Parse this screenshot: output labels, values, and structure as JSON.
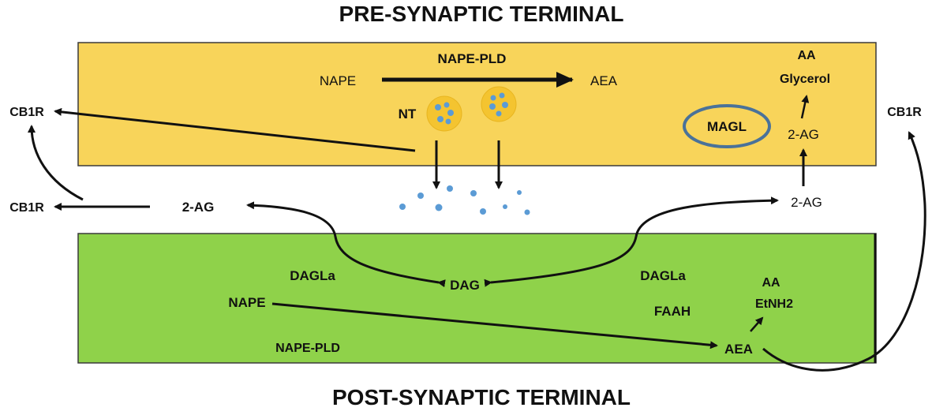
{
  "titles": {
    "pre": "PRE-SYNAPTIC TERMINAL",
    "post": "POST-SYNAPTIC TERMINAL"
  },
  "colors": {
    "pre_terminal": "#f8d45a",
    "post_terminal": "#8fd24a",
    "vesicle": "#f4c430",
    "vesicle_dot": "#5b9bd5",
    "magl_ring": "#4a7299",
    "arrow": "#111111"
  },
  "pre": {
    "nape": "NAPE",
    "nape_pld": "NAPE-PLD",
    "aea": "AEA",
    "nt": "NT",
    "magl": "MAGL",
    "two_ag": "2-AG",
    "aa": "AA",
    "glycerol": "Glycerol"
  },
  "cleft": {
    "cb1r_left_top": "CB1R",
    "cb1r_left_bottom": "CB1R",
    "cb1r_right": "CB1R",
    "two_ag_left": "2-AG",
    "two_ag_right": "2-AG"
  },
  "post": {
    "dagla_left": "DAGLa",
    "dagla_right": "DAGLa",
    "dag": "DAG",
    "nape": "NAPE",
    "nape_pld": "NAPE-PLD",
    "faah": "FAAH",
    "aa": "AA",
    "etnh2": "EtNH2",
    "aea": "AEA"
  }
}
